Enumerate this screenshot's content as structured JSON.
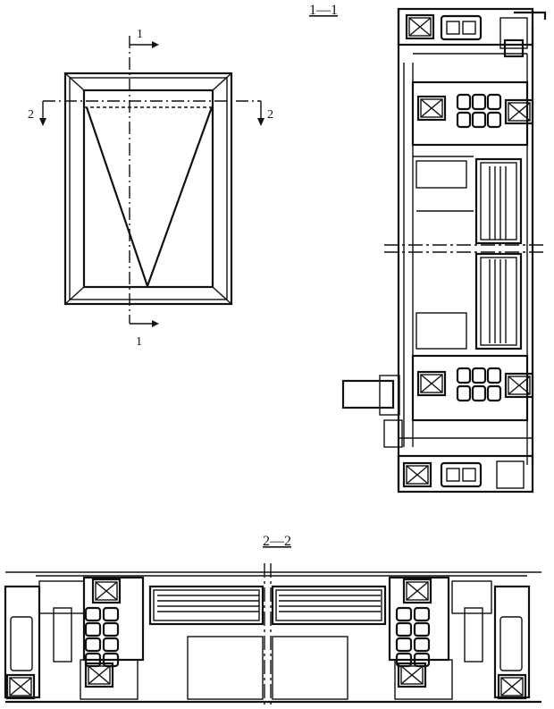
{
  "elevation": {
    "section_1_top": "1",
    "section_1_bottom": "1",
    "section_2_left": "2",
    "section_2_right": "2"
  },
  "section_1_1": {
    "title": "1—1"
  },
  "section_2_2": {
    "title": "2—2"
  }
}
